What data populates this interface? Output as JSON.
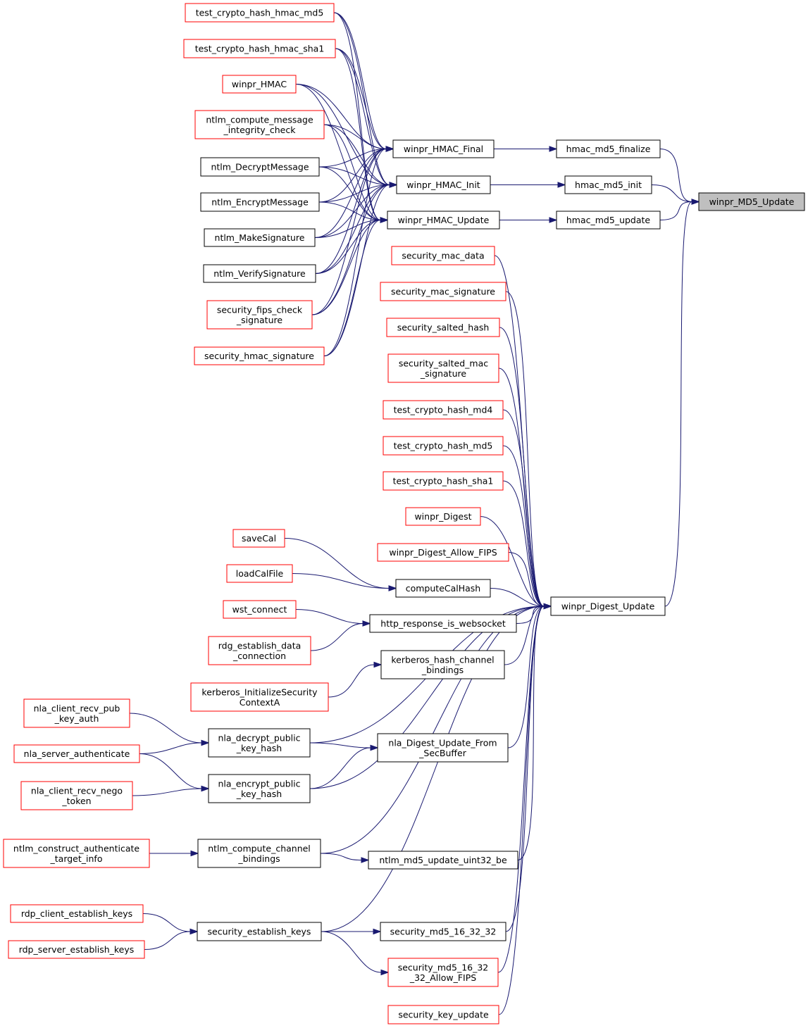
{
  "colors": {
    "edge": "#191970",
    "border_internal": "#000000",
    "border_external": "#ff0000",
    "fill_normal": "#ffffff",
    "fill_focus": "#bfbfbf"
  },
  "nodes": [
    {
      "id": "n_md5_update",
      "lines": [
        "winpr_MD5_Update"
      ],
      "style": "focus"
    },
    {
      "id": "n_hmac_md5_finalize",
      "lines": [
        "hmac_md5_finalize"
      ],
      "style": "internal"
    },
    {
      "id": "n_hmac_md5_init",
      "lines": [
        "hmac_md5_init"
      ],
      "style": "internal"
    },
    {
      "id": "n_hmac_md5_update",
      "lines": [
        "hmac_md5_update"
      ],
      "style": "internal"
    },
    {
      "id": "n_winpr_hmac_final",
      "lines": [
        "winpr_HMAC_Final"
      ],
      "style": "internal"
    },
    {
      "id": "n_winpr_hmac_init",
      "lines": [
        "winpr_HMAC_Init"
      ],
      "style": "internal"
    },
    {
      "id": "n_winpr_hmac_update",
      "lines": [
        "winpr_HMAC_Update"
      ],
      "style": "internal"
    },
    {
      "id": "n_winpr_digest_update",
      "lines": [
        "winpr_Digest_Update"
      ],
      "style": "internal"
    },
    {
      "id": "n_test_hmac_md5",
      "lines": [
        "test_crypto_hash_hmac_md5"
      ],
      "style": "external"
    },
    {
      "id": "n_test_hmac_sha1",
      "lines": [
        "test_crypto_hash_hmac_sha1"
      ],
      "style": "external"
    },
    {
      "id": "n_winpr_hmac",
      "lines": [
        "winpr_HMAC"
      ],
      "style": "external"
    },
    {
      "id": "n_ntlm_compute_msg",
      "lines": [
        "ntlm_compute_message",
        "_integrity_check"
      ],
      "style": "external"
    },
    {
      "id": "n_ntlm_decrypt",
      "lines": [
        "ntlm_DecryptMessage"
      ],
      "style": "internal"
    },
    {
      "id": "n_ntlm_encrypt",
      "lines": [
        "ntlm_EncryptMessage"
      ],
      "style": "internal"
    },
    {
      "id": "n_ntlm_makesig",
      "lines": [
        "ntlm_MakeSignature"
      ],
      "style": "internal"
    },
    {
      "id": "n_ntlm_verifysig",
      "lines": [
        "ntlm_VerifySignature"
      ],
      "style": "internal"
    },
    {
      "id": "n_sec_fips_check",
      "lines": [
        "security_fips_check",
        "_signature"
      ],
      "style": "external"
    },
    {
      "id": "n_sec_hmac_sig",
      "lines": [
        "security_hmac_signature"
      ],
      "style": "external"
    },
    {
      "id": "n_sec_mac_data",
      "lines": [
        "security_mac_data"
      ],
      "style": "external"
    },
    {
      "id": "n_sec_mac_sig",
      "lines": [
        "security_mac_signature"
      ],
      "style": "external"
    },
    {
      "id": "n_sec_salted_hash",
      "lines": [
        "security_salted_hash"
      ],
      "style": "external"
    },
    {
      "id": "n_sec_salted_mac",
      "lines": [
        "security_salted_mac",
        "_signature"
      ],
      "style": "external"
    },
    {
      "id": "n_test_md4",
      "lines": [
        "test_crypto_hash_md4"
      ],
      "style": "external"
    },
    {
      "id": "n_test_md5",
      "lines": [
        "test_crypto_hash_md5"
      ],
      "style": "external"
    },
    {
      "id": "n_test_sha1",
      "lines": [
        "test_crypto_hash_sha1"
      ],
      "style": "external"
    },
    {
      "id": "n_winpr_digest",
      "lines": [
        "winpr_Digest"
      ],
      "style": "external"
    },
    {
      "id": "n_winpr_digest_fips",
      "lines": [
        "winpr_Digest_Allow_FIPS"
      ],
      "style": "external"
    },
    {
      "id": "n_savecal",
      "lines": [
        "saveCal"
      ],
      "style": "external"
    },
    {
      "id": "n_loadcalfile",
      "lines": [
        "loadCalFile"
      ],
      "style": "external"
    },
    {
      "id": "n_computecalhash",
      "lines": [
        "computeCalHash"
      ],
      "style": "internal"
    },
    {
      "id": "n_wst_connect",
      "lines": [
        "wst_connect"
      ],
      "style": "external"
    },
    {
      "id": "n_http_ws",
      "lines": [
        "http_response_is_websocket"
      ],
      "style": "internal"
    },
    {
      "id": "n_rdg_establish",
      "lines": [
        "rdg_establish_data",
        "_connection"
      ],
      "style": "external"
    },
    {
      "id": "n_kerb_hash_cb",
      "lines": [
        "kerberos_hash_channel",
        "_bindings"
      ],
      "style": "internal"
    },
    {
      "id": "n_kerb_init_sec",
      "lines": [
        "kerberos_InitializeSecurity",
        "ContextA"
      ],
      "style": "external"
    },
    {
      "id": "n_nla_recv_pub",
      "lines": [
        "nla_client_recv_pub",
        "_key_auth"
      ],
      "style": "external"
    },
    {
      "id": "n_nla_decrypt_pkh",
      "lines": [
        "nla_decrypt_public",
        "_key_hash"
      ],
      "style": "internal"
    },
    {
      "id": "n_nla_server_auth",
      "lines": [
        "nla_server_authenticate"
      ],
      "style": "external"
    },
    {
      "id": "n_nla_digest_secbuf",
      "lines": [
        "nla_Digest_Update_From",
        "_SecBuffer"
      ],
      "style": "internal"
    },
    {
      "id": "n_nla_encrypt_pkh",
      "lines": [
        "nla_encrypt_public",
        "_key_hash"
      ],
      "style": "internal"
    },
    {
      "id": "n_nla_recv_nego",
      "lines": [
        "nla_client_recv_nego",
        "_token"
      ],
      "style": "external"
    },
    {
      "id": "n_ntlm_construct_auth",
      "lines": [
        "ntlm_construct_authenticate",
        "_target_info"
      ],
      "style": "external"
    },
    {
      "id": "n_ntlm_compute_cb",
      "lines": [
        "ntlm_compute_channel",
        "_bindings"
      ],
      "style": "internal"
    },
    {
      "id": "n_ntlm_md5_uint32",
      "lines": [
        "ntlm_md5_update_uint32_be"
      ],
      "style": "internal"
    },
    {
      "id": "n_rdp_client_keys",
      "lines": [
        "rdp_client_establish_keys"
      ],
      "style": "external"
    },
    {
      "id": "n_sec_establish_keys",
      "lines": [
        "security_establish_keys"
      ],
      "style": "internal"
    },
    {
      "id": "n_rdp_server_keys",
      "lines": [
        "rdp_server_establish_keys"
      ],
      "style": "external"
    },
    {
      "id": "n_sec_md5_16_32_32",
      "lines": [
        "security_md5_16_32_32"
      ],
      "style": "internal"
    },
    {
      "id": "n_sec_md5_fips",
      "lines": [
        "security_md5_16_32",
        "_32_Allow_FIPS"
      ],
      "style": "external"
    },
    {
      "id": "n_sec_key_update",
      "lines": [
        "security_key_update"
      ],
      "style": "external"
    }
  ],
  "edges": [
    {
      "from": "n_hmac_md5_finalize",
      "to": "n_md5_update"
    },
    {
      "from": "n_hmac_md5_init",
      "to": "n_md5_update"
    },
    {
      "from": "n_hmac_md5_update",
      "to": "n_md5_update"
    },
    {
      "from": "n_winpr_digest_update",
      "to": "n_md5_update"
    },
    {
      "from": "n_winpr_hmac_final",
      "to": "n_hmac_md5_finalize"
    },
    {
      "from": "n_winpr_hmac_init",
      "to": "n_hmac_md5_init"
    },
    {
      "from": "n_winpr_hmac_update",
      "to": "n_hmac_md5_update"
    },
    {
      "from": "n_test_hmac_md5",
      "to": "n_winpr_hmac_final"
    },
    {
      "from": "n_test_hmac_md5",
      "to": "n_winpr_hmac_init"
    },
    {
      "from": "n_test_hmac_md5",
      "to": "n_winpr_hmac_update"
    },
    {
      "from": "n_test_hmac_sha1",
      "to": "n_winpr_hmac_final"
    },
    {
      "from": "n_test_hmac_sha1",
      "to": "n_winpr_hmac_init"
    },
    {
      "from": "n_test_hmac_sha1",
      "to": "n_winpr_hmac_update"
    },
    {
      "from": "n_winpr_hmac",
      "to": "n_winpr_hmac_final"
    },
    {
      "from": "n_winpr_hmac",
      "to": "n_winpr_hmac_init"
    },
    {
      "from": "n_winpr_hmac",
      "to": "n_winpr_hmac_update"
    },
    {
      "from": "n_ntlm_compute_msg",
      "to": "n_winpr_hmac_final"
    },
    {
      "from": "n_ntlm_compute_msg",
      "to": "n_winpr_hmac_init"
    },
    {
      "from": "n_ntlm_compute_msg",
      "to": "n_winpr_hmac_update"
    },
    {
      "from": "n_ntlm_decrypt",
      "to": "n_winpr_hmac_final"
    },
    {
      "from": "n_ntlm_decrypt",
      "to": "n_winpr_hmac_init"
    },
    {
      "from": "n_ntlm_decrypt",
      "to": "n_winpr_hmac_update"
    },
    {
      "from": "n_ntlm_encrypt",
      "to": "n_winpr_hmac_final"
    },
    {
      "from": "n_ntlm_encrypt",
      "to": "n_winpr_hmac_init"
    },
    {
      "from": "n_ntlm_encrypt",
      "to": "n_winpr_hmac_update"
    },
    {
      "from": "n_ntlm_makesig",
      "to": "n_winpr_hmac_final"
    },
    {
      "from": "n_ntlm_makesig",
      "to": "n_winpr_hmac_init"
    },
    {
      "from": "n_ntlm_makesig",
      "to": "n_winpr_hmac_update"
    },
    {
      "from": "n_ntlm_verifysig",
      "to": "n_winpr_hmac_final"
    },
    {
      "from": "n_ntlm_verifysig",
      "to": "n_winpr_hmac_init"
    },
    {
      "from": "n_ntlm_verifysig",
      "to": "n_winpr_hmac_update"
    },
    {
      "from": "n_sec_fips_check",
      "to": "n_winpr_hmac_final"
    },
    {
      "from": "n_sec_fips_check",
      "to": "n_winpr_hmac_init"
    },
    {
      "from": "n_sec_fips_check",
      "to": "n_winpr_hmac_update"
    },
    {
      "from": "n_sec_hmac_sig",
      "to": "n_winpr_hmac_final"
    },
    {
      "from": "n_sec_hmac_sig",
      "to": "n_winpr_hmac_init"
    },
    {
      "from": "n_sec_hmac_sig",
      "to": "n_winpr_hmac_update"
    },
    {
      "from": "n_sec_mac_data",
      "to": "n_winpr_digest_update"
    },
    {
      "from": "n_sec_mac_sig",
      "to": "n_winpr_digest_update"
    },
    {
      "from": "n_sec_salted_hash",
      "to": "n_winpr_digest_update"
    },
    {
      "from": "n_sec_salted_mac",
      "to": "n_winpr_digest_update"
    },
    {
      "from": "n_test_md4",
      "to": "n_winpr_digest_update"
    },
    {
      "from": "n_test_md5",
      "to": "n_winpr_digest_update"
    },
    {
      "from": "n_test_sha1",
      "to": "n_winpr_digest_update"
    },
    {
      "from": "n_winpr_digest",
      "to": "n_winpr_digest_update"
    },
    {
      "from": "n_winpr_digest_fips",
      "to": "n_winpr_digest_update"
    },
    {
      "from": "n_computecalhash",
      "to": "n_winpr_digest_update"
    },
    {
      "from": "n_http_ws",
      "to": "n_winpr_digest_update"
    },
    {
      "from": "n_kerb_hash_cb",
      "to": "n_winpr_digest_update"
    },
    {
      "from": "n_nla_decrypt_pkh",
      "to": "n_winpr_digest_update"
    },
    {
      "from": "n_nla_digest_secbuf",
      "to": "n_winpr_digest_update"
    },
    {
      "from": "n_nla_encrypt_pkh",
      "to": "n_winpr_digest_update"
    },
    {
      "from": "n_ntlm_compute_cb",
      "to": "n_winpr_digest_update"
    },
    {
      "from": "n_ntlm_md5_uint32",
      "to": "n_winpr_digest_update"
    },
    {
      "from": "n_sec_establish_keys",
      "to": "n_winpr_digest_update"
    },
    {
      "from": "n_sec_md5_16_32_32",
      "to": "n_winpr_digest_update"
    },
    {
      "from": "n_sec_md5_fips",
      "to": "n_winpr_digest_update"
    },
    {
      "from": "n_sec_key_update",
      "to": "n_winpr_digest_update"
    },
    {
      "from": "n_savecal",
      "to": "n_computecalhash"
    },
    {
      "from": "n_loadcalfile",
      "to": "n_computecalhash"
    },
    {
      "from": "n_wst_connect",
      "to": "n_http_ws"
    },
    {
      "from": "n_rdg_establish",
      "to": "n_http_ws"
    },
    {
      "from": "n_kerb_init_sec",
      "to": "n_kerb_hash_cb"
    },
    {
      "from": "n_nla_recv_pub",
      "to": "n_nla_decrypt_pkh"
    },
    {
      "from": "n_nla_server_auth",
      "to": "n_nla_decrypt_pkh"
    },
    {
      "from": "n_nla_server_auth",
      "to": "n_nla_encrypt_pkh"
    },
    {
      "from": "n_nla_recv_nego",
      "to": "n_nla_encrypt_pkh"
    },
    {
      "from": "n_nla_decrypt_pkh",
      "to": "n_nla_digest_secbuf"
    },
    {
      "from": "n_nla_encrypt_pkh",
      "to": "n_nla_digest_secbuf"
    },
    {
      "from": "n_ntlm_construct_auth",
      "to": "n_ntlm_compute_cb"
    },
    {
      "from": "n_ntlm_compute_cb",
      "to": "n_ntlm_md5_uint32"
    },
    {
      "from": "n_rdp_client_keys",
      "to": "n_sec_establish_keys"
    },
    {
      "from": "n_rdp_server_keys",
      "to": "n_sec_establish_keys"
    },
    {
      "from": "n_sec_establish_keys",
      "to": "n_sec_md5_16_32_32"
    },
    {
      "from": "n_sec_establish_keys",
      "to": "n_sec_md5_fips"
    }
  ]
}
